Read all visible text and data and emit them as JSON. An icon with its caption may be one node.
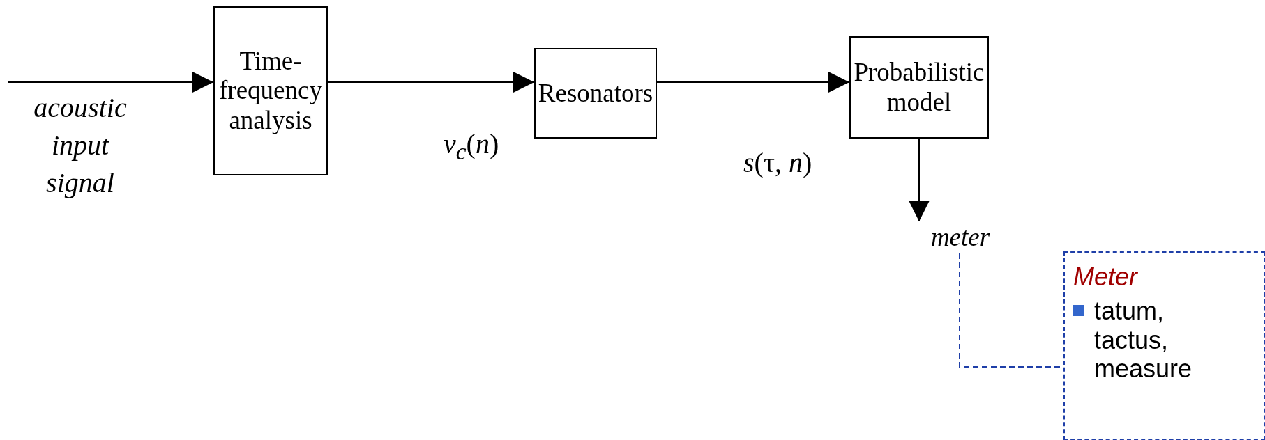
{
  "diagram": {
    "nodes": [
      {
        "text": [
          "Time-frequency analysis"
        ]
      },
      {
        "text": [
          "Resonators"
        ]
      },
      {
        "text": [
          "Probabilistic model"
        ]
      },
      {
        "text": [
          "meter"
        ]
      },
      {
        "text": [
          "Meter",
          "tatum, tactus, measure"
        ]
      }
    ],
    "edges": [
      {
        "from": null,
        "to": 0,
        "arrow": "to",
        "label": "acoustic input signal"
      },
      {
        "from": 0,
        "to": 1,
        "arrow": "to",
        "label": "*v*$_{c}$(*n*)"
      },
      {
        "from": 1,
        "to": 2,
        "arrow": "to",
        "label": "*s*(τ, *n*)"
      },
      {
        "from": 2,
        "to": 3,
        "arrow": "to"
      },
      {
        "from": 3,
        "to": 4,
        "arrow": "none",
        "style": "dashed",
        "color": "#1f3fa8"
      }
    ]
  }
}
